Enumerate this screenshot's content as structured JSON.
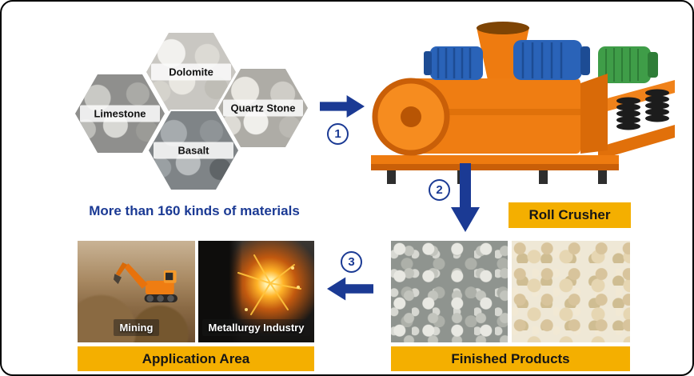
{
  "labels": {
    "caption": "More than 160 kinds of materials",
    "roll_crusher": "Roll Crusher",
    "finished_products": "Finished Products",
    "application_area": "Application Area"
  },
  "materials": [
    {
      "name": "Dolomite"
    },
    {
      "name": "Limestone"
    },
    {
      "name": "Quartz Stone"
    },
    {
      "name": "Basalt"
    }
  ],
  "applications": [
    {
      "name": "Mining"
    },
    {
      "name": "Metallurgy Industry"
    }
  ],
  "steps": [
    {
      "number": "1"
    },
    {
      "number": "2"
    },
    {
      "number": "3"
    }
  ],
  "colors": {
    "accent_gold": "#F4AF00",
    "accent_blue": "#1B3A94",
    "bar_text": "#161616"
  }
}
